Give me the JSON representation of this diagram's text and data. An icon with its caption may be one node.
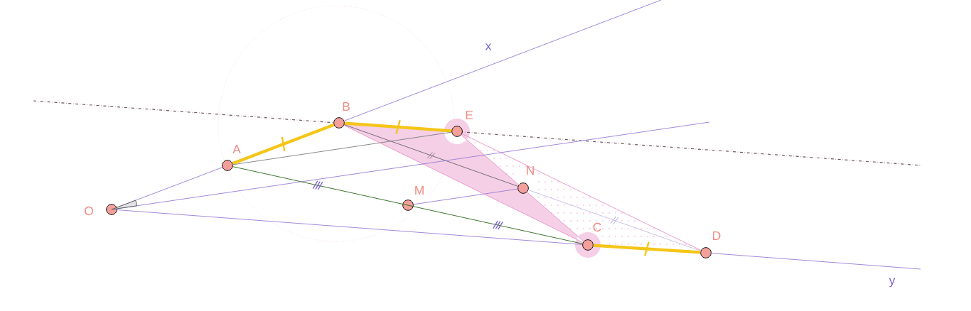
{
  "diagram": {
    "nodes": [
      {
        "text": [],
        "shape": "circle",
        "beside": [
          "O"
        ]
      },
      {
        "text": [],
        "shape": "circle",
        "beside": [
          "A"
        ]
      },
      {
        "text": [],
        "shape": "circle",
        "beside": [
          "B"
        ]
      },
      {
        "text": [],
        "shape": "circle",
        "beside": [
          "E"
        ]
      },
      {
        "text": [],
        "shape": "circle",
        "beside": [
          "N"
        ]
      },
      {
        "text": [],
        "shape": "circle",
        "beside": [
          "M"
        ]
      },
      {
        "text": [],
        "shape": "circle",
        "beside": [
          "C"
        ]
      },
      {
        "text": [],
        "shape": "circle",
        "beside": [
          "D"
        ]
      }
    ],
    "edges": [
      {
        "from": 0,
        "to": 1,
        "arrow": "none"
      },
      {
        "from": 1,
        "to": 2,
        "arrow": "none",
        "style": "thick",
        "color": "#f5c518"
      },
      {
        "from": 2,
        "to": 3,
        "arrow": "none",
        "style": "thick",
        "color": "#f5c518"
      },
      {
        "from": 6,
        "to": 7,
        "arrow": "none",
        "style": "thick",
        "color": "#f5c518"
      },
      {
        "from": 1,
        "to": 3,
        "arrow": "none",
        "color": "#808080"
      },
      {
        "from": 1,
        "to": 6,
        "arrow": "none",
        "color": "#2e6b1a"
      },
      {
        "from": 0,
        "to": 6,
        "arrow": "none"
      },
      {
        "from": 5,
        "to": 4,
        "arrow": "none"
      },
      {
        "from": 4,
        "to": 7,
        "arrow": "none",
        "color": "#c5bde8"
      },
      {
        "from": 2,
        "to": 4,
        "arrow": "none",
        "color": "#6b6570"
      },
      {
        "from": 2,
        "to": 6,
        "arrow": "none",
        "color": "#e895c8"
      },
      {
        "from": 3,
        "to": 6,
        "arrow": "none",
        "color": "#e895c8"
      },
      {
        "from": 3,
        "to": 7,
        "arrow": "none",
        "color": "#e895c8"
      },
      {
        "from": 2,
        "to": null,
        "arrow": "none"
      },
      {
        "from": 0,
        "to": null,
        "arrow": "none"
      },
      {
        "from": 7,
        "to": null,
        "arrow": "none"
      }
    ],
    "labels": [
      "x",
      "y"
    ]
  }
}
